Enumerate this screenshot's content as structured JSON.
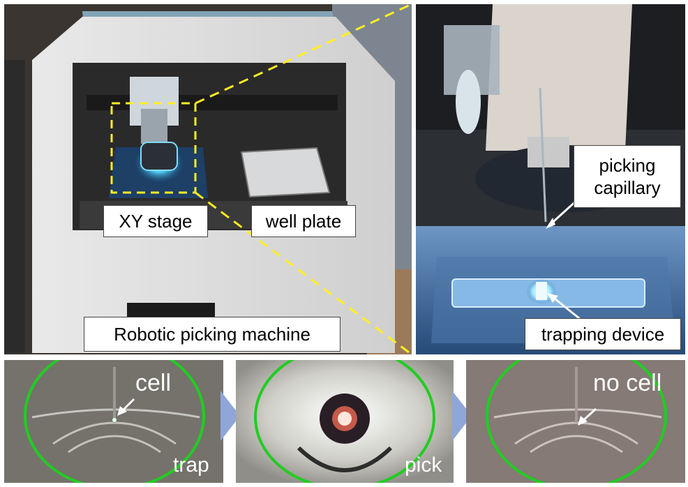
{
  "labels": {
    "xy_stage": "XY stage",
    "well_plate": "well plate",
    "machine": "Robotic picking machine",
    "picking_capillary_line1": "picking",
    "picking_capillary_line2": "capillary",
    "trapping_device": "trapping device",
    "cell": "cell",
    "trap": "trap",
    "pick": "pick",
    "no_cell": "no cell"
  },
  "colors": {
    "highlight_dash": "#ffee22",
    "circle_green": "#22cc22",
    "step_arrow": "#8fa6d8"
  }
}
